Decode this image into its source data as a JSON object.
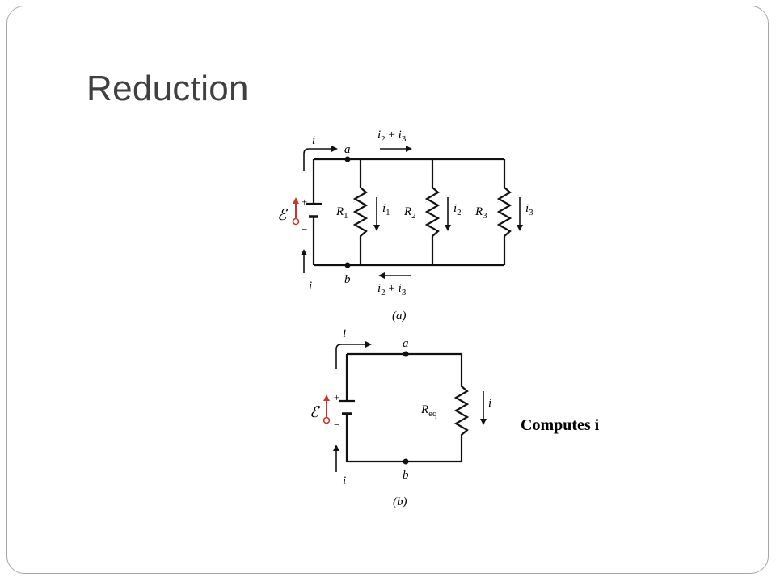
{
  "slide": {
    "title": "Reduction",
    "note": "Computes i"
  },
  "circuit_a": {
    "caption": "(a)",
    "node_top": "a",
    "node_bottom": "b",
    "current_source_top": "i",
    "current_source_bottom": "i",
    "current_top_wire": "i2 + i3",
    "current_bottom_wire": "i2 + i3",
    "emf_symbol": "ℰ",
    "plus": "+",
    "minus": "−",
    "resistors": [
      {
        "name": "R1",
        "current": "i1"
      },
      {
        "name": "R2",
        "current": "i2"
      },
      {
        "name": "R3",
        "current": "i3"
      }
    ]
  },
  "circuit_b": {
    "caption": "(b)",
    "node_top": "a",
    "node_bottom": "b",
    "current_source_top": "i",
    "current_source_bottom": "i",
    "emf_symbol": "ℰ",
    "plus": "+",
    "minus": "−",
    "resistor_name": "Req",
    "resistor_current": "i"
  },
  "colors": {
    "wire": "#111111",
    "emf_marker": "#d0332b",
    "title": "#404040",
    "frame_border": "#a6a6a6"
  }
}
